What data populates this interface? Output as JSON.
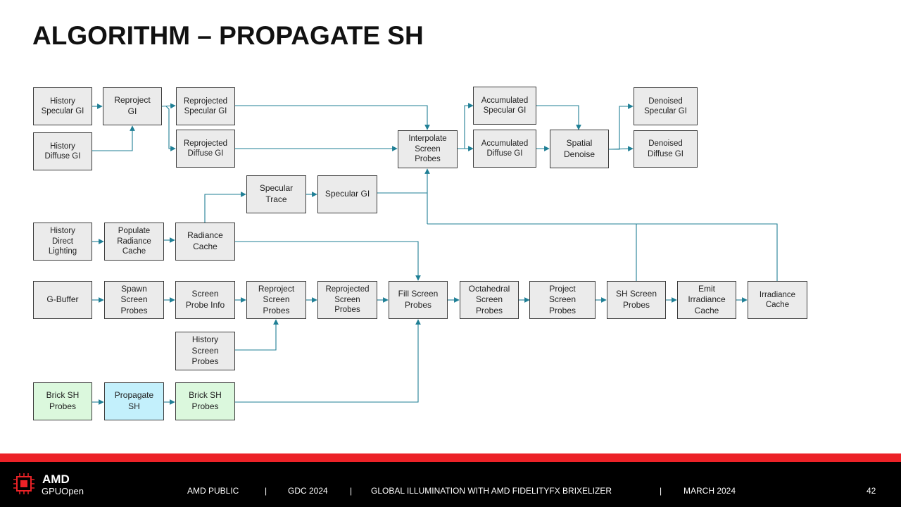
{
  "slide": {
    "title": "ALGORITHM – PROPAGATE SH",
    "page_number": "42"
  },
  "nodes": {
    "history_specular_gi": "History\nSpecular GI",
    "reproject_gi": "Reproject\nGI",
    "reprojected_specular_gi": "Reprojected\nSpecular GI",
    "history_diffuse_gi": "History\nDiffuse GI",
    "reprojected_diffuse_gi": "Reprojected\nDiffuse GI",
    "interpolate_screen_probes": "Interpolate\nScreen\nProbes",
    "accumulated_specular_gi": "Accumulated\nSpecular GI",
    "accumulated_diffuse_gi": "Accumulated\nDiffuse GI",
    "spatial_denoise": "Spatial\nDenoise",
    "denoised_specular_gi": "Denoised\nSpecular GI",
    "denoised_diffuse_gi": "Denoised\nDiffuse GI",
    "specular_trace": "Specular\nTrace",
    "specular_gi": "Specular GI",
    "history_direct_lighting": "History\nDirect\nLighting",
    "populate_radiance_cache": "Populate\nRadiance\nCache",
    "radiance_cache": "Radiance\nCache",
    "g_buffer": "G-Buffer",
    "spawn_screen_probes": "Spawn\nScreen\nProbes",
    "screen_probe_info": "Screen\nProbe Info",
    "reproject_screen_probes": "Reproject\nScreen\nProbes",
    "reprojected_screen_probes": "Reprojected\nScreen\nProbes",
    "fill_screen_probes": "Fill Screen\nProbes",
    "octahedral_screen_probes": "Octahedral\nScreen\nProbes",
    "project_screen_probes": "Project\nScreen\nProbes",
    "sh_screen_probes": "SH Screen\nProbes",
    "emit_irradiance_cache": "Emit\nIrradiance\nCache",
    "irradiance_cache": "Irradiance\nCache",
    "history_screen_probes": "History\nScreen\nProbes",
    "brick_sh_probes_in": "Brick SH\nProbes",
    "propagate_sh": "Propagate\nSH",
    "brick_sh_probes_out": "Brick SH\nProbes"
  },
  "footer": {
    "logo_amd": "AMD",
    "logo_gpuopen": "GPUOpen",
    "classification": "AMD PUBLIC",
    "sep1": "|",
    "event": "GDC 2024",
    "sep2": "|",
    "talk": "GLOBAL ILLUMINATION  WITH AMD FIDELITYFX  BRIXELIZER",
    "sep3": "|",
    "date": "MARCH 2024"
  },
  "colors": {
    "arrow": "#1f7f95",
    "node_fill": "#ebebeb",
    "node_green": "#dbf8dd",
    "node_blue": "#c3f0fc",
    "footer_red": "#ec2227",
    "footer_black": "#000000"
  }
}
